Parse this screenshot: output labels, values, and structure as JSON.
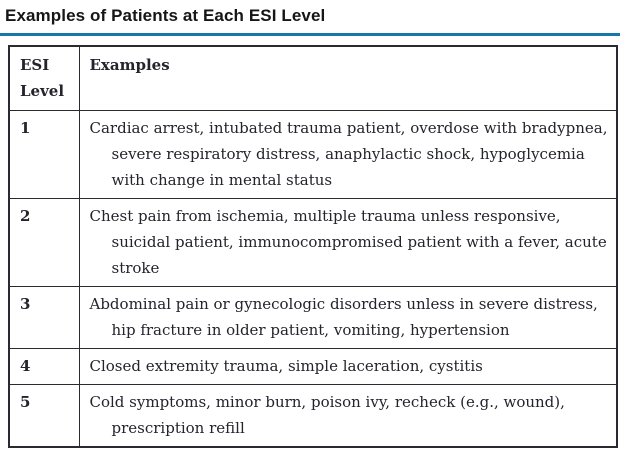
{
  "page": {
    "title": "Examples of Patients at Each ESI Level"
  },
  "colors": {
    "title_rule_blue": "#1478a8",
    "table_border": "#2b2a31",
    "body_text": "#25232b"
  },
  "table": {
    "headers": {
      "level": "ESI Level",
      "examples": "Examples"
    },
    "rows": [
      {
        "level": "1",
        "examples": "Cardiac arrest, intubated trauma patient, overdose with bradypnea, severe respiratory distress, anaphylactic shock, hypoglycemia with change in mental status"
      },
      {
        "level": "2",
        "examples": "Chest pain from ischemia, multiple trauma unless responsive, suicidal patient, immunocompromised patient with a fever, acute stroke"
      },
      {
        "level": "3",
        "examples": "Abdominal pain or gynecologic disorders unless in severe distress, hip fracture in older patient, vomiting, hypertension"
      },
      {
        "level": "4",
        "examples": "Closed extremity trauma, simple laceration, cystitis"
      },
      {
        "level": "5",
        "examples": "Cold symptoms, minor burn, poison ivy, recheck (e.g., wound), prescription refill"
      }
    ]
  }
}
